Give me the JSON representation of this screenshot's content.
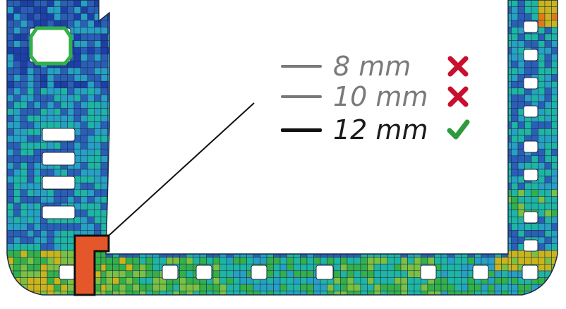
{
  "legend": {
    "items": [
      {
        "label": "8 mm",
        "status": "fail",
        "label_color": "#7a7a7a",
        "line_color": "#7a7a7a"
      },
      {
        "label": "10 mm",
        "status": "fail",
        "label_color": "#7a7a7a",
        "line_color": "#7a7a7a"
      },
      {
        "label": "12 mm",
        "status": "pass",
        "label_color": "#1a1a1a",
        "line_color": "#111111"
      }
    ],
    "icons": {
      "fail": "cross-icon",
      "pass": "check-icon"
    },
    "icon_colors": {
      "fail": "#c8102e",
      "pass": "#2e9a3c"
    }
  },
  "colors": {
    "highlight": "#e5572a",
    "mesh_lines": "#1b2a44",
    "palette": [
      "#1c3fa8",
      "#2a5fb8",
      "#27a0c4",
      "#1fb5a4",
      "#33b04a",
      "#7bc043",
      "#c9b51b",
      "#e07a18"
    ]
  }
}
